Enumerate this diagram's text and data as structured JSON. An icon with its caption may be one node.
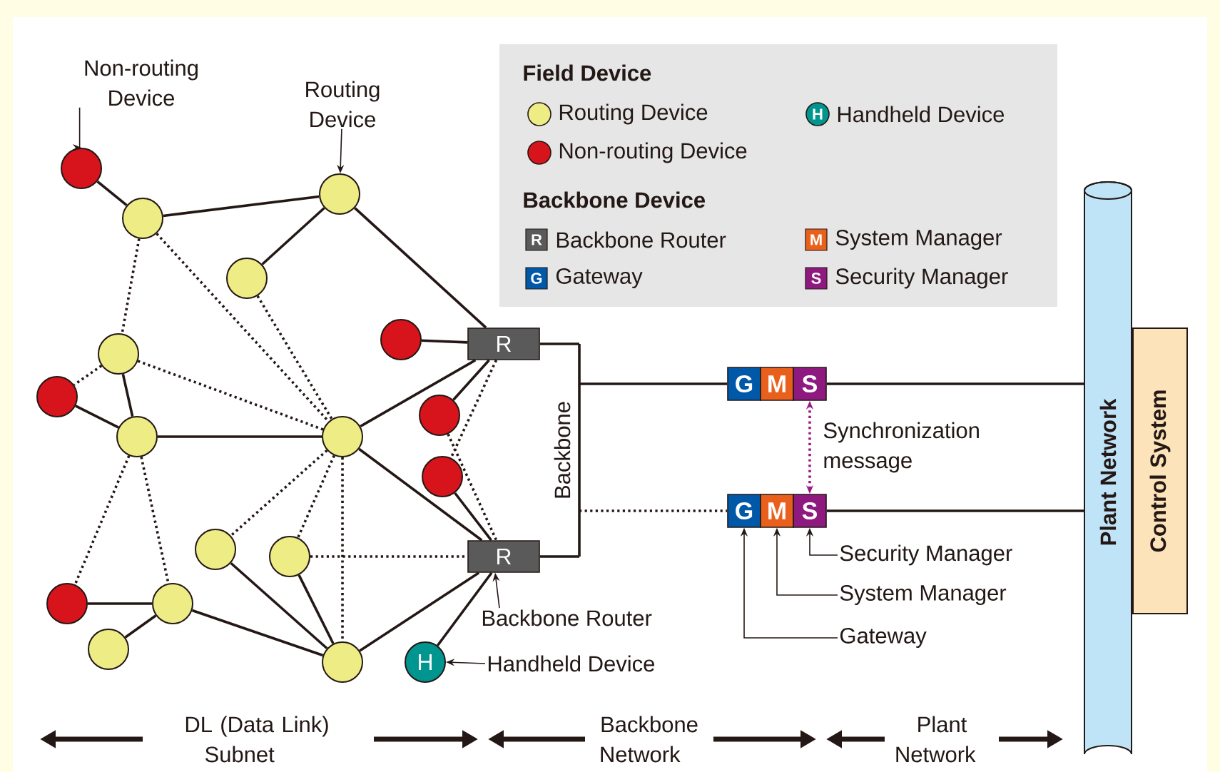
{
  "diagram": {
    "nodes": [
      {
        "text": [
          "Non-routing Device"
        ]
      },
      {
        "text": [
          "Routing Device"
        ]
      },
      {
        "text": [],
        "shape": "circle"
      },
      {
        "text": [],
        "shape": "circle"
      },
      {
        "text": [],
        "shape": "circle"
      },
      {
        "text": [],
        "shape": "circle"
      },
      {
        "text": [],
        "shape": "circle"
      },
      {
        "text": [
          "R"
        ]
      },
      {
        "text": [],
        "shape": "circle"
      },
      {
        "text": [
          "Backbone"
        ]
      },
      {
        "text": [
          "G"
        ]
      },
      {
        "text": [
          "M"
        ]
      },
      {
        "text": [
          "S"
        ]
      },
      {
        "text": [],
        "shape": "circle"
      },
      {
        "text": [
          "Plant Network"
        ]
      },
      {
        "text": [
          "Control System"
        ]
      },
      {
        "text": [],
        "shape": "circle"
      },
      {
        "text": [],
        "shape": "circle"
      },
      {
        "text": [],
        "shape": "circle"
      },
      {
        "text": [],
        "shape": "circle"
      },
      {
        "text": [
          "G"
        ]
      },
      {
        "text": [
          "M"
        ]
      },
      {
        "text": [
          "S"
        ]
      },
      {
        "text": [],
        "shape": "circle"
      },
      {
        "text": [
          "R"
        ]
      },
      {
        "text": [],
        "shape": "circle"
      },
      {
        "text": [
          "Security Manager"
        ]
      },
      {
        "text": [],
        "shape": "circle"
      },
      {
        "text": [],
        "shape": "circle"
      },
      {
        "text": [
          "Backbone Router"
        ]
      },
      {
        "text": [
          "System Manager"
        ]
      },
      {
        "text": [
          "Gateway"
        ]
      },
      {
        "text": [],
        "shape": "circle"
      },
      {
        "text": [],
        "shape": "circle"
      },
      {
        "text": [
          "H"
        ]
      },
      {
        "text": [
          "Handheld Device"
        ]
      }
    ],
    "edges": [
      {
        "from": 0,
        "to": 2,
        "arrow": "to"
      },
      {
        "from": 1,
        "to": 3,
        "arrow": "to"
      },
      {
        "from": 2,
        "to": 4,
        "arrow": "none"
      },
      {
        "from": 4,
        "to": 3,
        "arrow": "none"
      },
      {
        "from": 3,
        "to": 5,
        "arrow": "none"
      },
      {
        "from": 3,
        "to": 7,
        "arrow": "none"
      },
      {
        "from": 4,
        "to": 8,
        "arrow": "none",
        "style": "dashed"
      },
      {
        "from": 4,
        "to": 18,
        "arrow": "none",
        "style": "dashed"
      },
      {
        "from": 5,
        "to": 18,
        "arrow": "none",
        "style": "dashed"
      },
      {
        "from": 8,
        "to": 13,
        "arrow": "none",
        "style": "dashed"
      },
      {
        "from": 8,
        "to": 17,
        "arrow": "none"
      },
      {
        "from": 8,
        "to": 18,
        "arrow": "none",
        "style": "dashed"
      },
      {
        "from": 13,
        "to": 17,
        "arrow": "none"
      },
      {
        "from": 17,
        "to": 18,
        "arrow": "none"
      },
      {
        "from": 17,
        "to": 27,
        "arrow": "none",
        "style": "dashed"
      },
      {
        "from": 17,
        "to": 28,
        "arrow": "none",
        "style": "dashed"
      },
      {
        "from": 18,
        "to": 7,
        "arrow": "none"
      },
      {
        "from": 18,
        "to": 24,
        "arrow": "none"
      },
      {
        "from": 18,
        "to": 23,
        "arrow": "none",
        "style": "dashed"
      },
      {
        "from": 18,
        "to": 25,
        "arrow": "none",
        "style": "dashed"
      },
      {
        "from": 18,
        "to": 33,
        "arrow": "none",
        "style": "dashed"
      },
      {
        "from": 6,
        "to": 7,
        "arrow": "none"
      },
      {
        "from": 16,
        "to": 7,
        "arrow": "none"
      },
      {
        "from": 19,
        "to": 24,
        "arrow": "none"
      },
      {
        "from": 7,
        "to": 19,
        "arrow": "none",
        "style": "dashed"
      },
      {
        "from": 16,
        "to": 24,
        "arrow": "none",
        "style": "dashed"
      },
      {
        "from": 25,
        "to": 24,
        "arrow": "none",
        "style": "dashed"
      },
      {
        "from": 23,
        "to": 33,
        "arrow": "none"
      },
      {
        "from": 25,
        "to": 33,
        "arrow": "none"
      },
      {
        "from": 28,
        "to": 33,
        "arrow": "none"
      },
      {
        "from": 27,
        "to": 28,
        "arrow": "none"
      },
      {
        "from": 28,
        "to": 32,
        "arrow": "none"
      },
      {
        "from": 33,
        "to": 24,
        "arrow": "none"
      },
      {
        "from": 34,
        "to": 24,
        "arrow": "none"
      },
      {
        "from": 7,
        "to": 9,
        "arrow": "none"
      },
      {
        "from": 24,
        "to": 9,
        "arrow": "none"
      },
      {
        "from": 9,
        "to": 10,
        "arrow": "none"
      },
      {
        "from": 9,
        "to": 20,
        "arrow": "none",
        "style": "dashed"
      },
      {
        "from": 12,
        "to": 14,
        "arrow": "none"
      },
      {
        "from": 22,
        "to": 14,
        "arrow": "none"
      },
      {
        "from": 22,
        "to": 12,
        "arrow": "both",
        "style": "dashed",
        "color": "#9b1a8a",
        "label": "Synchronization message"
      },
      {
        "from": 29,
        "to": 24,
        "arrow": "to"
      },
      {
        "from": 35,
        "to": 34,
        "arrow": "to"
      },
      {
        "from": 26,
        "to": 22,
        "arrow": "to"
      },
      {
        "from": 30,
        "to": 21,
        "arrow": "to"
      },
      {
        "from": 31,
        "to": 20,
        "arrow": "to"
      }
    ],
    "labels": [
      "Field Device",
      "H",
      "Backbone Device",
      "R",
      "M",
      "G",
      "S",
      "DL (Data Link) Subnet",
      "Backbone Network",
      "Plant Network"
    ],
    "legend": [
      {
        "text": "Routing Device",
        "color": "#eeec84"
      },
      {
        "text": "Handheld Device",
        "color": "#00968f"
      },
      {
        "text": "Non-routing Device",
        "color": "#d7141b"
      },
      {
        "text": "Backbone Router",
        "color": "#5a5a5a"
      },
      {
        "text": "System Manager",
        "color": "#e8601c"
      },
      {
        "text": "Gateway",
        "color": "#0058a8"
      },
      {
        "text": "Security Manager",
        "color": "#8e1a7f"
      }
    ]
  }
}
